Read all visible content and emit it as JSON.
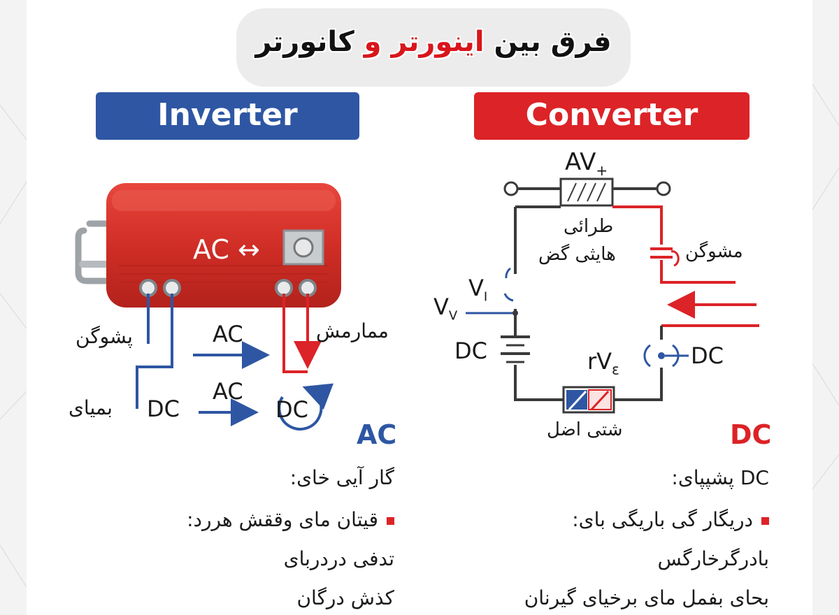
{
  "title": {
    "part1": "فرق بین",
    "part2": "اینورتر",
    "part3": "و",
    "part4": "کانورتر"
  },
  "headers": {
    "inverter": "Inverter",
    "converter": "Converter"
  },
  "inverter_diagram": {
    "device_label": "AC ↔",
    "left_wire_label": "پشوگن",
    "bottom_left_label": "بمیای",
    "dc_label": "DC",
    "ac_arrow_top": "AC",
    "ac_arrow_bottom": "AC",
    "right_wire_label": "ممارمش",
    "dc_circle_label": "DC"
  },
  "converter_diagram": {
    "top_component": "AV",
    "top_component_sub": "+",
    "center_label_1": "طرائی",
    "center_label_2": "هایثی گض",
    "right_label": "مشوگن",
    "vi": "V",
    "vi_sub": "I",
    "vv": "V",
    "vv_sub": "V",
    "dc_left": "DC",
    "dc_right": "DC",
    "rve": "rV",
    "rve_sub": "ε",
    "bottom_label": "شتی اضل"
  },
  "inverter_text": {
    "heading": "AC",
    "line1": "گار آیی خای:",
    "line2": "قیتان مای وققش هررد:",
    "line3": "تدفی دردربای",
    "line4": "کذش درگان"
  },
  "converter_text": {
    "heading": "DC",
    "line1": "DC پشپپای:",
    "line2": "دریگار گی باریگی بای:",
    "line3": "بادرگرخارگس",
    "line4": "بحای بفمل مای برخیای گیرنان"
  },
  "colors": {
    "blue": "#2e56a3",
    "red": "#dc2327",
    "device": "#d6332b"
  }
}
